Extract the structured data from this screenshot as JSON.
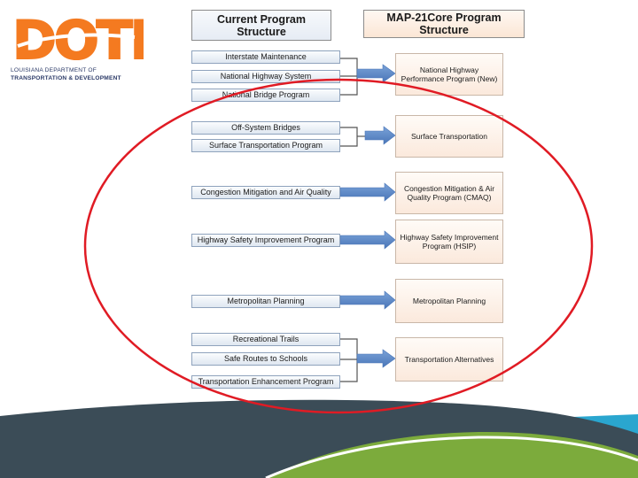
{
  "logo": {
    "wordmark": "DOTD",
    "line1": "LOUISIANA DEPARTMENT OF",
    "line2": "TRANSPORTATION & DEVELOPMENT"
  },
  "headers": {
    "current": "Current Program Structure",
    "map21": "MAP-21Core Program Structure"
  },
  "current_programs": [
    "Interstate Maintenance",
    "National Highway System",
    "National Bridge Program",
    "Off-System Bridges",
    "Surface Transportation Program",
    "Congestion Mitigation and Air Quality",
    "Highway Safety Improvement Program",
    "Metropolitan Planning",
    "Recreational Trails",
    "Safe Routes to Schools",
    "Transportation Enhancement Program"
  ],
  "core_programs": [
    "National Highway Performance Program (New)",
    "Surface Transportation",
    "Congestion Mitigation & Air Quality Program (CMAQ)",
    "Highway Safety Improvement Program (HSIP)",
    "Metropolitan Planning",
    "Transportation Alternatives"
  ],
  "colors": {
    "brand_orange": "#f47a20",
    "brand_navy": "#2b3a67",
    "arrow_blue": "#5b86c5",
    "highlight_red": "#e01b24",
    "footer_slate": "#3b4c57",
    "footer_green": "#7cab3c",
    "footer_teal": "#2aa6cf"
  }
}
